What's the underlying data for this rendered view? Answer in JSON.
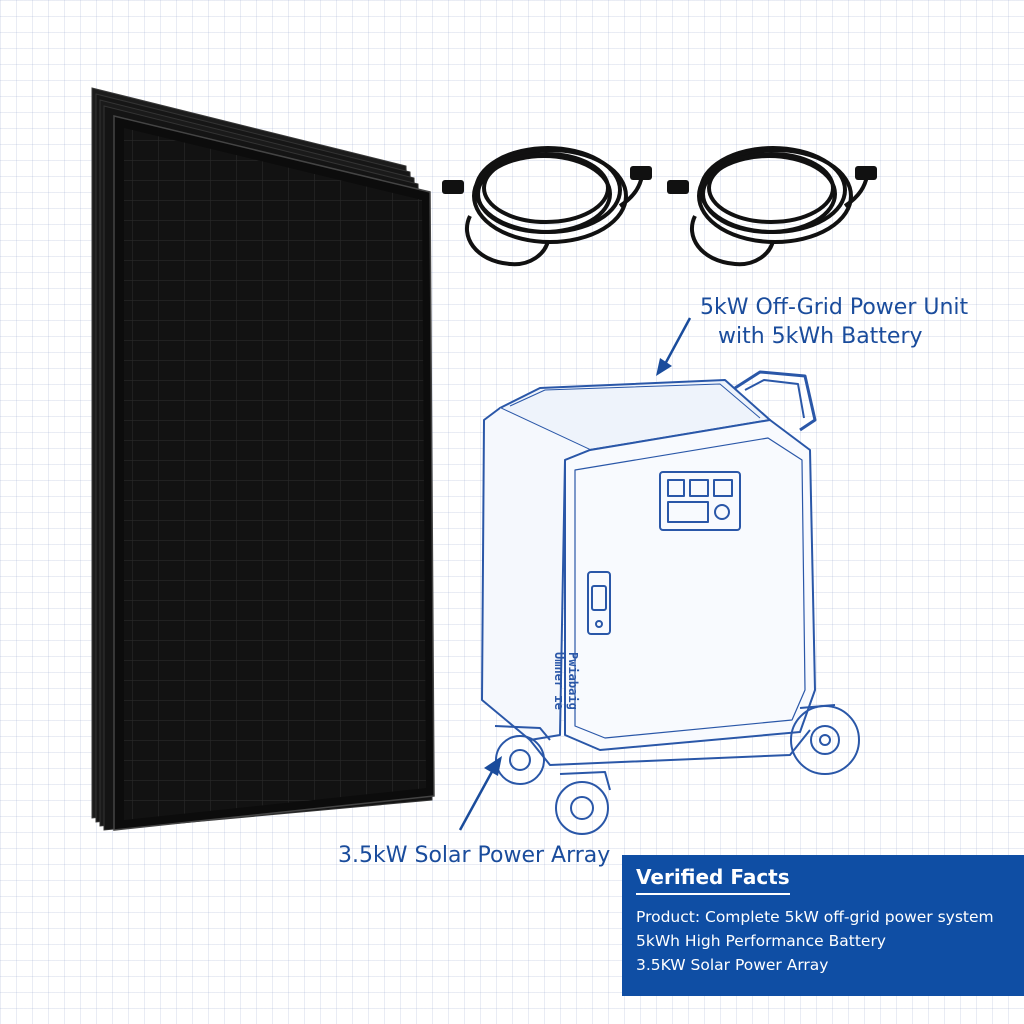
{
  "colors": {
    "accent": "#1a4c9c",
    "facts_box_bg": "#0f4ea4",
    "panel": "#111111",
    "facts_text": "#ffffff"
  },
  "labels": {
    "power_unit_line1": "5kW Off-Grid Power Unit",
    "power_unit_line2": "with 5kWh Battery",
    "solar_array": "3.5kW Solar Power Array"
  },
  "device_text": {
    "side_line1": "Pwiabaig",
    "side_line2": "Umner ɪe"
  },
  "facts": {
    "title": "Verified Facts",
    "items": [
      "Product: Complete 5kW off-grid power system",
      "5kWh High Performance Battery",
      "3.5KW Solar Power Array"
    ]
  },
  "icons": [
    "solar-panel-stack",
    "cable-coil-icon",
    "cable-coil-icon",
    "power-unit-sketch",
    "arrow-icon"
  ]
}
